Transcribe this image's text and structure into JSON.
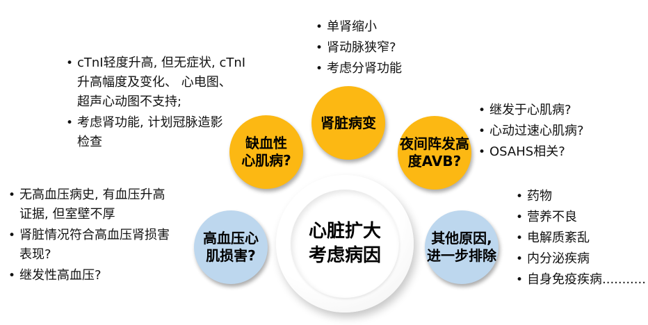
{
  "colors": {
    "gold": "#FCB813",
    "blue": "#BDD7EE",
    "text": "#111111",
    "background": "#FFFFFF"
  },
  "center_circle": {
    "label": "心脏扩大\n考虑病因"
  },
  "nodes": {
    "renal": {
      "label": "肾脏病变"
    },
    "ischemic": {
      "label": "缺血性\n心肌病?"
    },
    "avb": {
      "label": "夜间阵发高\n度AVB?"
    },
    "hypertension": {
      "label": "高血压心\n肌损害?"
    },
    "other": {
      "label": "其他原因,\n进一步排除"
    }
  },
  "groups": {
    "top": {
      "items": [
        "单肾缩小",
        "肾动脉狭窄?",
        "考虑分肾功能"
      ]
    },
    "top_left": {
      "items": [
        "cTnI轻度升高, 但无症状, cTnI\n升高幅度及变化、 心电图、\n超声心动图不支持;",
        "考虑肾功能, 计划冠脉造影\n检查"
      ]
    },
    "top_right": {
      "items": [
        "继发于心肌病?",
        "心动过速心肌病?",
        "OSAHS相关?"
      ]
    },
    "left": {
      "items": [
        "无高血压病史, 有血压升高\n证据, 但室壁不厚",
        "肾脏情况符合高血压肾损害\n表现?",
        "继发性高血压?"
      ]
    },
    "right": {
      "items": [
        "药物",
        "营养不良",
        "电解质紊乱",
        "内分泌疾病",
        "自身免疫疾病..........."
      ]
    }
  }
}
